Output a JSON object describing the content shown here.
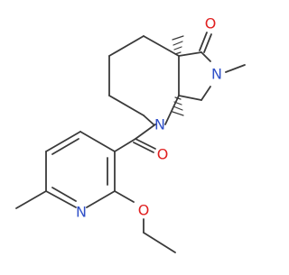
{
  "molecule": {
    "atoms": {
      "n_piperidine": "N",
      "n_lactam": "N",
      "n_pyridine": "N",
      "o_lactam": "O",
      "o_amide": "O",
      "o_ether": "O"
    },
    "colors": {
      "carbon": "#3a3a3a",
      "nitrogen": "#3050c8",
      "oxygen": "#e02020",
      "background": "#ffffff"
    }
  }
}
